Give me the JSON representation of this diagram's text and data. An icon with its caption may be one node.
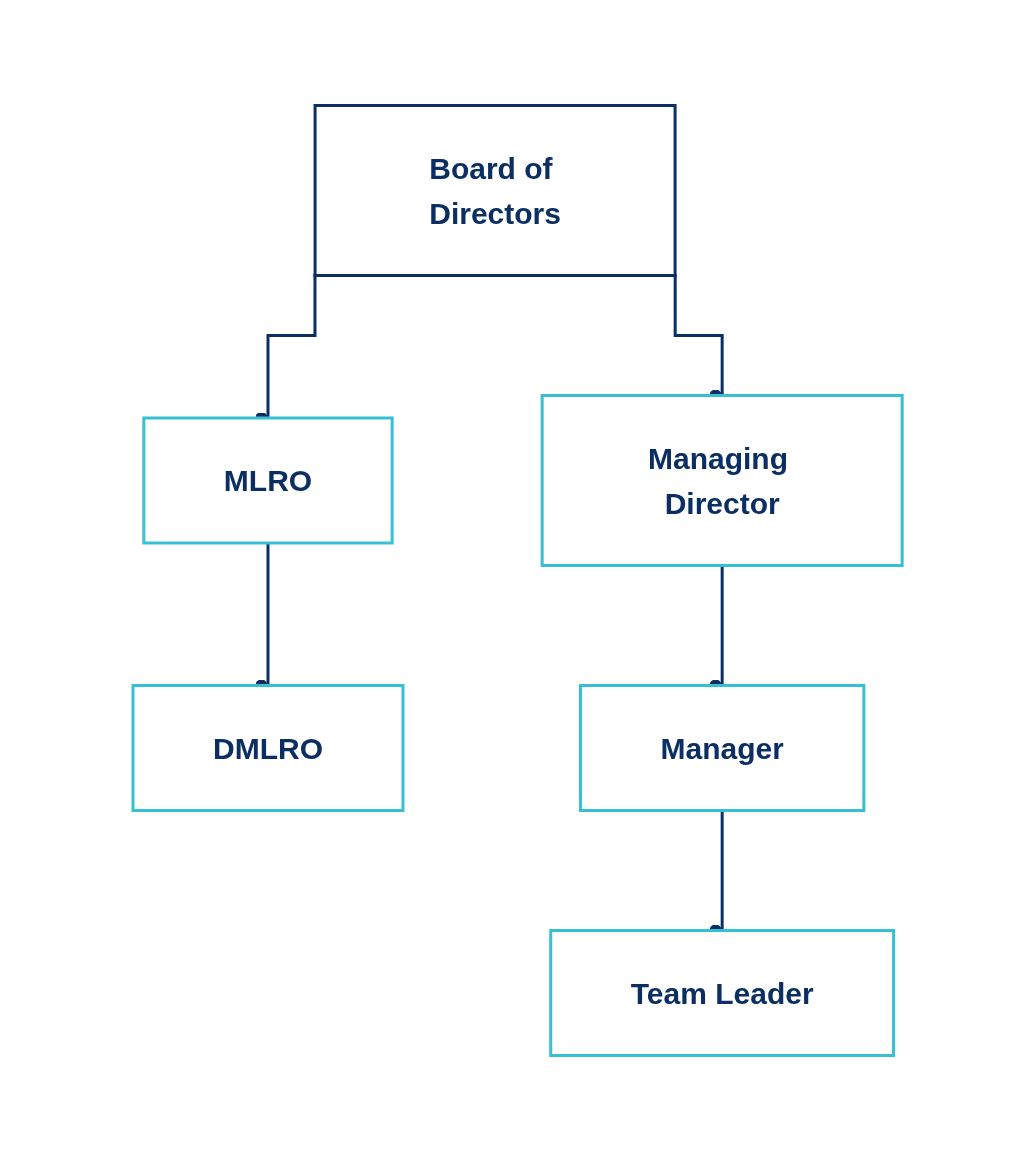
{
  "diagram": {
    "nodes": [
      {
        "text": [
          "Board of Directors"
        ]
      },
      {
        "text": [
          "MLRO"
        ]
      },
      {
        "text": [
          "Managing Director"
        ]
      },
      {
        "text": [
          "DMLRO"
        ]
      },
      {
        "text": [
          "Manager"
        ]
      },
      {
        "text": [
          "Team Leader"
        ]
      }
    ],
    "edges": [
      {
        "from": 0,
        "to": 1,
        "arrow": "other"
      },
      {
        "from": 0,
        "to": 2,
        "arrow": "other"
      },
      {
        "from": 1,
        "to": 3,
        "arrow": "other"
      },
      {
        "from": 2,
        "to": 4,
        "arrow": "other"
      },
      {
        "from": 4,
        "to": 5,
        "arrow": "other"
      }
    ]
  }
}
